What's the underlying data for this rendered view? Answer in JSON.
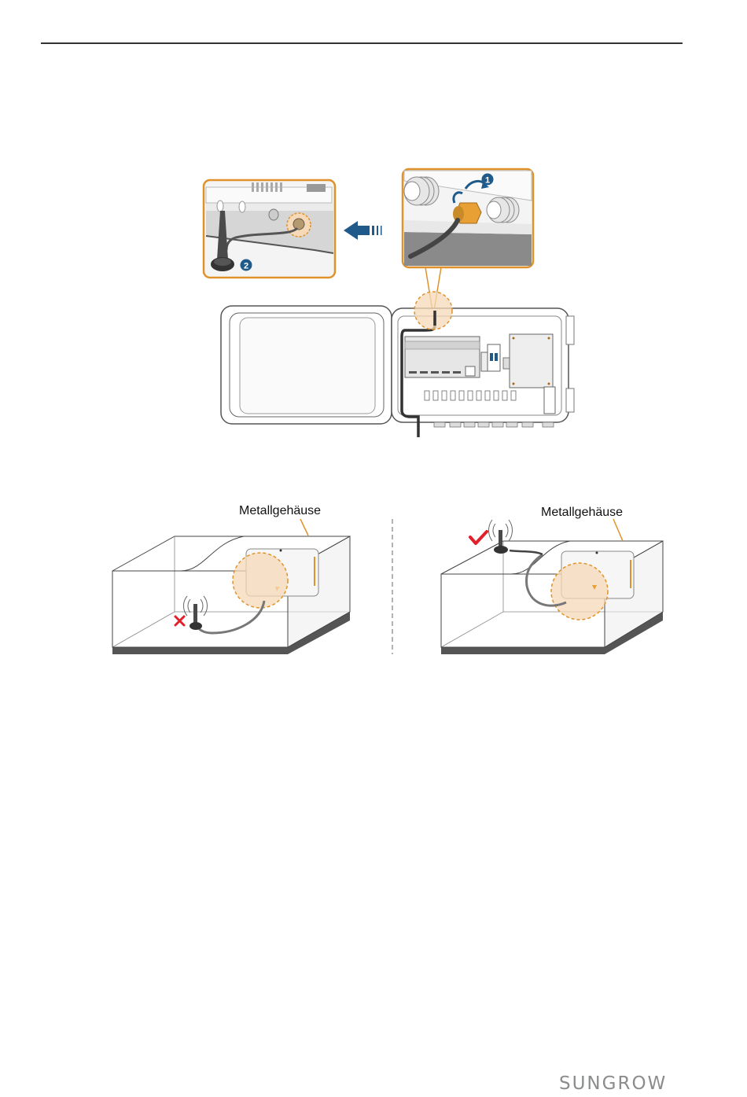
{
  "labels": {
    "left_enclosure": "Metallgehäuse",
    "right_enclosure": "Metallgehäuse"
  },
  "steps": {
    "step1": "1",
    "step2": "2"
  },
  "footer": {
    "brand": "SUNGROW"
  },
  "colors": {
    "callout_border": "#e0922a",
    "step_badge": "#1f5a8a",
    "arrow": "#1f5a8a",
    "connector_gold": "#e8a035",
    "correct_check": "#e0202a",
    "wrong_cross": "#e0202a",
    "highlight_fill": "#f6d9b8"
  },
  "icons": {
    "correct": "checkmark-icon",
    "wrong": "cross-icon",
    "signal": "wireless-signal-icon"
  }
}
